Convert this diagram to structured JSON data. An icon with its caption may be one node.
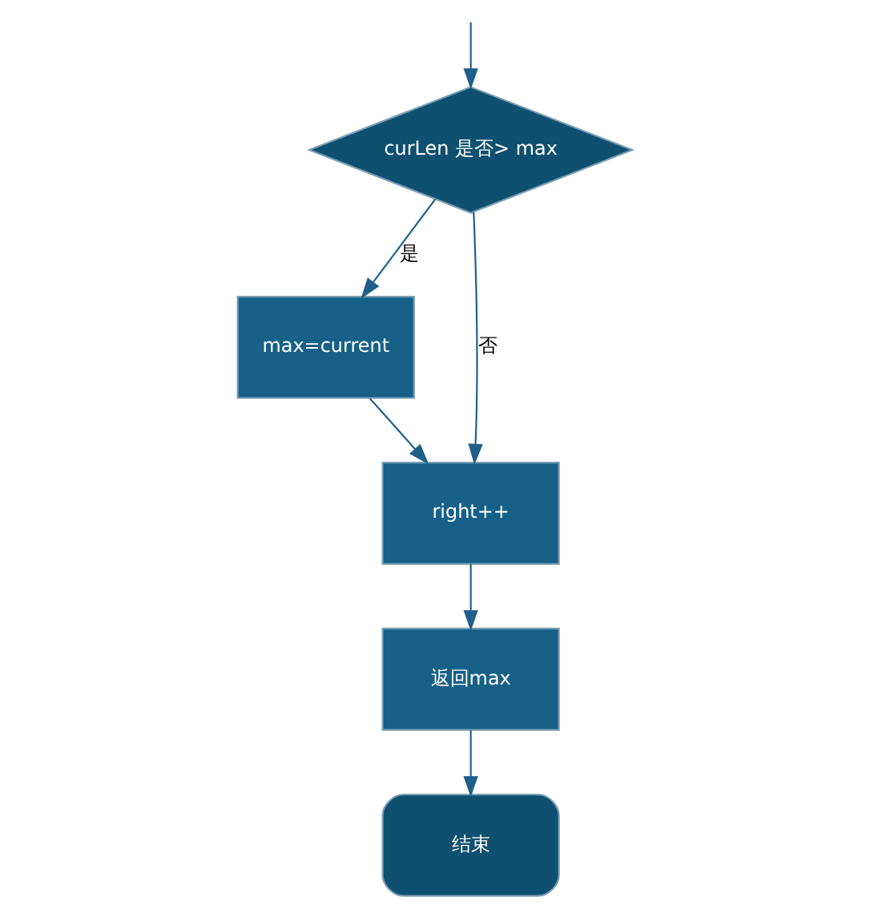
{
  "diagram": {
    "nodes": [
      {
        "text": [
          "curLen 是否> max"
        ]
      },
      {
        "text": [
          "max=current"
        ]
      },
      {
        "text": [
          "right++"
        ]
      },
      {
        "text": [
          "返回max"
        ]
      },
      {
        "text": [
          "结束"
        ]
      }
    ],
    "edges": [
      {
        "from": null,
        "to": 0,
        "arrow": "to"
      },
      {
        "from": 0,
        "to": 1,
        "arrow": "to",
        "label": "是"
      },
      {
        "from": 0,
        "to": 2,
        "arrow": "to",
        "label": "否"
      },
      {
        "from": 1,
        "to": 2,
        "arrow": "to"
      },
      {
        "from": 2,
        "to": 3,
        "arrow": "to"
      },
      {
        "from": 3,
        "to": 4,
        "arrow": "to"
      }
    ]
  }
}
